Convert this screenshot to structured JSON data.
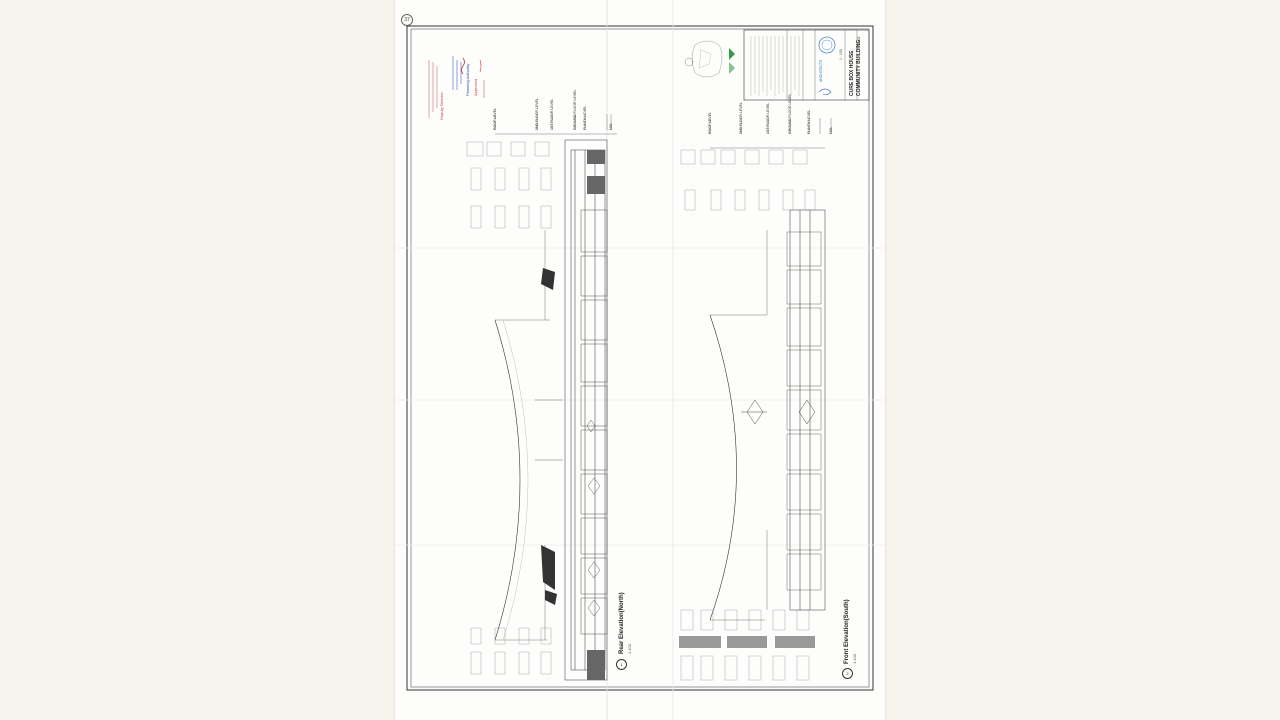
{
  "page": {
    "number": "37"
  },
  "views": [
    {
      "id": "1",
      "title": "Rear Elevation(North)",
      "scale": "1:100"
    },
    {
      "id": "2",
      "title": "Front Elevation(South)",
      "scale": "1:100"
    }
  ],
  "rear_levels": [
    "ROOF LEVEL",
    "2ND FLOOR LEVEL",
    "1ST FLOOR LEVEL",
    "GROUND FLOOR LEVEL",
    "PLINTH LEVEL",
    "NGL"
  ],
  "front_levels": [
    "ROOF LEVEL",
    "2ND FLOOR LEVEL",
    "1ST FLOOR LEVEL",
    "GROUND FLOOR LEVEL",
    "PLINTH LEVEL",
    "NGL"
  ],
  "title_block": {
    "project": "CURE BOX HOUSE",
    "subtitle": "COMMUNITY BUILDING",
    "scale": "1 : 100",
    "drawing_no": "A-02",
    "architect": "ARCHITECTS"
  },
  "stamps": {
    "red_1": "Deputy Director",
    "blue_1": "Planning Authority",
    "red_2": "Approved"
  }
}
